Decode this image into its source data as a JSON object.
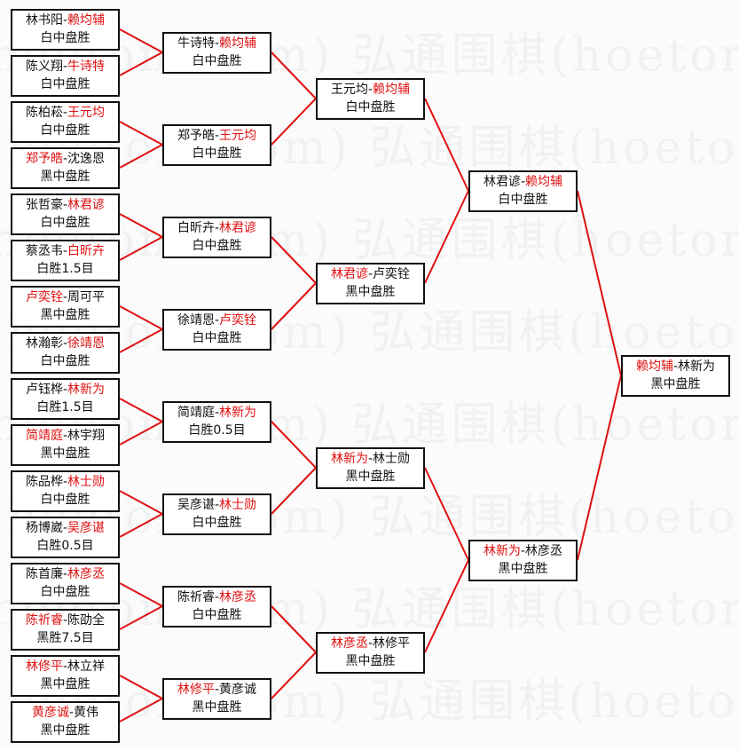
{
  "watermark": "弘通围棋(hoetom.com)",
  "colors": {
    "winner": "#e01010",
    "line": "#e01010",
    "border": "#111111"
  },
  "separator": "-",
  "rounds": [
    [
      {
        "p1": "林书阳",
        "p2": "赖均辅",
        "winner": 2,
        "result": "白中盘胜"
      },
      {
        "p1": "陈义翔",
        "p2": "牛诗特",
        "winner": 2,
        "result": "白中盘胜"
      },
      {
        "p1": "陈柏菘",
        "p2": "王元均",
        "winner": 2,
        "result": "白中盘胜"
      },
      {
        "p1": "郑予皓",
        "p2": "沈逸恩",
        "winner": 1,
        "result": "黑中盘胜"
      },
      {
        "p1": "张哲豪",
        "p2": "林君谚",
        "winner": 2,
        "result": "白中盘胜"
      },
      {
        "p1": "蔡丞韦",
        "p2": "白昕卉",
        "winner": 2,
        "result": "白胜1.5目"
      },
      {
        "p1": "卢奕铨",
        "p2": "周可平",
        "winner": 1,
        "result": "黑中盘胜"
      },
      {
        "p1": "林瀚彰",
        "p2": "徐靖恩",
        "winner": 2,
        "result": "白中盘胜"
      },
      {
        "p1": "卢钰桦",
        "p2": "林新为",
        "winner": 2,
        "result": "白胜1.5目"
      },
      {
        "p1": "简靖庭",
        "p2": "林宇翔",
        "winner": 1,
        "result": "黑中盘胜"
      },
      {
        "p1": "陈品桦",
        "p2": "林士勋",
        "winner": 2,
        "result": "白中盘胜"
      },
      {
        "p1": "杨博崴",
        "p2": "吴彦谌",
        "winner": 2,
        "result": "白胜0.5目"
      },
      {
        "p1": "陈首廉",
        "p2": "林彦丞",
        "winner": 2,
        "result": "白中盘胜"
      },
      {
        "p1": "陈祈睿",
        "p2": "陈劭全",
        "winner": 1,
        "result": "黑胜7.5目"
      },
      {
        "p1": "林修平",
        "p2": "林立祥",
        "winner": 1,
        "result": "黑中盘胜"
      },
      {
        "p1": "黄彦诚",
        "p2": "黄伟",
        "winner": 1,
        "result": "黑中盘胜"
      }
    ],
    [
      {
        "p1": "牛诗特",
        "p2": "赖均辅",
        "winner": 2,
        "result": "白中盘胜"
      },
      {
        "p1": "郑予皓",
        "p2": "王元均",
        "winner": 2,
        "result": "白中盘胜"
      },
      {
        "p1": "白昕卉",
        "p2": "林君谚",
        "winner": 2,
        "result": "白中盘胜"
      },
      {
        "p1": "徐靖恩",
        "p2": "卢奕铨",
        "winner": 2,
        "result": "白中盘胜"
      },
      {
        "p1": "简靖庭",
        "p2": "林新为",
        "winner": 2,
        "result": "白胜0.5目"
      },
      {
        "p1": "吴彦谌",
        "p2": "林士勋",
        "winner": 2,
        "result": "白中盘胜"
      },
      {
        "p1": "陈祈睿",
        "p2": "林彦丞",
        "winner": 2,
        "result": "白中盘胜"
      },
      {
        "p1": "林修平",
        "p2": "黄彦诚",
        "winner": 1,
        "result": "黑中盘胜"
      }
    ],
    [
      {
        "p1": "王元均",
        "p2": "赖均辅",
        "winner": 2,
        "result": "白中盘胜"
      },
      {
        "p1": "林君谚",
        "p2": "卢奕铨",
        "winner": 1,
        "result": "黑中盘胜"
      },
      {
        "p1": "林新为",
        "p2": "林士勋",
        "winner": 1,
        "result": "黑中盘胜"
      },
      {
        "p1": "林彦丞",
        "p2": "林修平",
        "winner": 1,
        "result": "黑中盘胜"
      }
    ],
    [
      {
        "p1": "林君谚",
        "p2": "赖均辅",
        "winner": 2,
        "result": "白中盘胜"
      },
      {
        "p1": "林新为",
        "p2": "林彦丞",
        "winner": 1,
        "result": "黑中盘胜"
      }
    ],
    [
      {
        "p1": "赖均辅",
        "p2": "林新为",
        "winner": 1,
        "result": "黑中盘胜"
      }
    ]
  ]
}
